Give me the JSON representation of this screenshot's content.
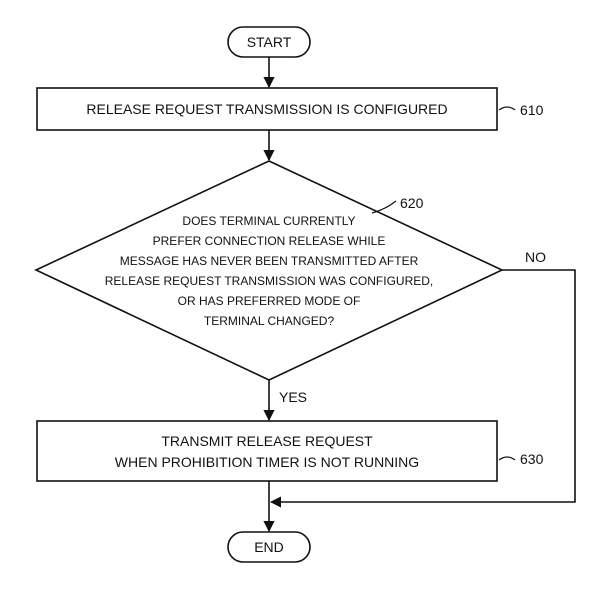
{
  "diagram": {
    "start": {
      "label": "START"
    },
    "step_610": {
      "label": "RELEASE REQUEST TRANSMISSION IS CONFIGURED",
      "ref": "610"
    },
    "decision_620": {
      "ref": "620",
      "lines": [
        "DOES TERMINAL CURRENTLY",
        "PREFER CONNECTION RELEASE WHILE",
        "MESSAGE HAS NEVER BEEN TRANSMITTED AFTER",
        "RELEASE REQUEST TRANSMISSION WAS CONFIGURED,",
        "OR HAS PREFERRED MODE OF",
        "TERMINAL CHANGED?"
      ],
      "yes_label": "YES",
      "no_label": "NO"
    },
    "step_630": {
      "ref": "630",
      "lines": [
        "TRANSMIT RELEASE REQUEST",
        "WHEN PROHIBITION TIMER IS NOT RUNNING"
      ]
    },
    "end": {
      "label": "END"
    }
  }
}
